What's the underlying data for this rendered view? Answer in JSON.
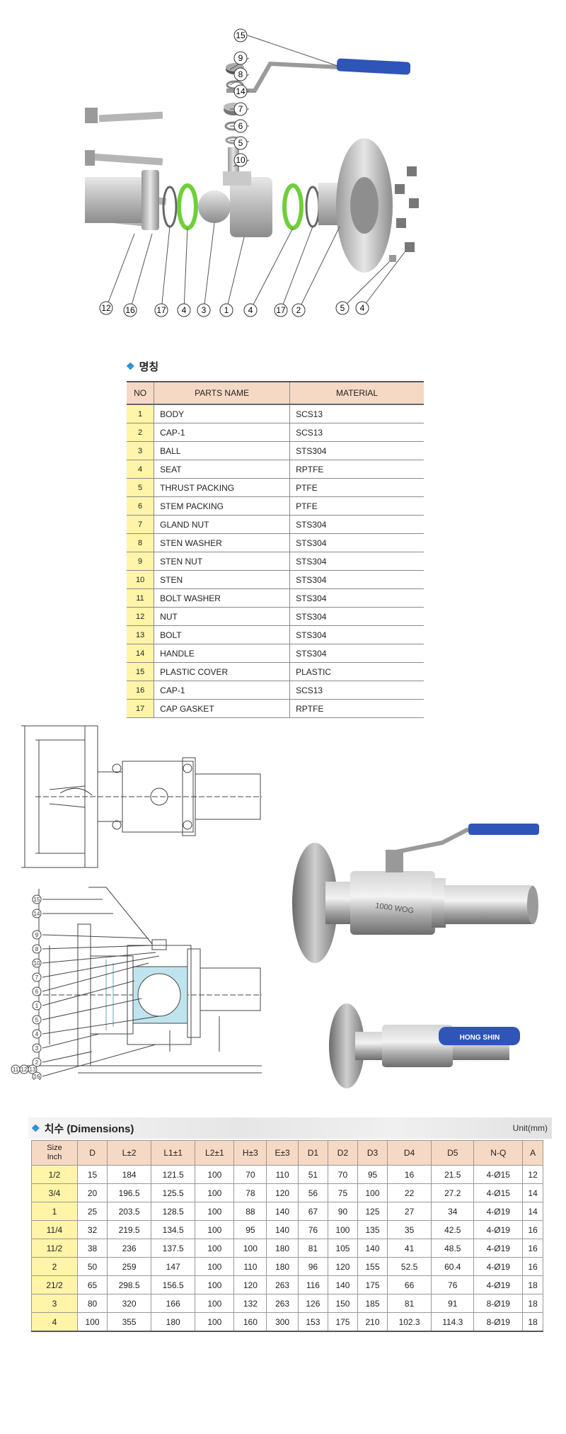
{
  "exploded": {
    "callouts": [
      "15",
      "9",
      "8",
      "14",
      "7",
      "6",
      "5",
      "10",
      "12",
      "16",
      "17",
      "4",
      "3",
      "1",
      "4",
      "17",
      "2",
      "5",
      "4"
    ]
  },
  "parts": {
    "heading": "명칭",
    "headers": [
      "NO",
      "PARTS NAME",
      "MATERIAL"
    ],
    "rows": [
      {
        "no": "1",
        "name": "BODY",
        "material": "SCS13"
      },
      {
        "no": "2",
        "name": "CAP-1",
        "material": "SCS13"
      },
      {
        "no": "3",
        "name": "BALL",
        "material": "STS304"
      },
      {
        "no": "4",
        "name": "SEAT",
        "material": "RPTFE"
      },
      {
        "no": "5",
        "name": "THRUST PACKING",
        "material": "PTFE"
      },
      {
        "no": "6",
        "name": "STEM PACKING",
        "material": "PTFE"
      },
      {
        "no": "7",
        "name": "GLAND NUT",
        "material": "STS304"
      },
      {
        "no": "8",
        "name": "STEN WASHER",
        "material": "STS304"
      },
      {
        "no": "9",
        "name": "STEN NUT",
        "material": "STS304"
      },
      {
        "no": "10",
        "name": "STEN",
        "material": "STS304"
      },
      {
        "no": "11",
        "name": "BOLT WASHER",
        "material": "STS304"
      },
      {
        "no": "12",
        "name": "NUT",
        "material": "STS304"
      },
      {
        "no": "13",
        "name": "BOLT",
        "material": "STS304"
      },
      {
        "no": "14",
        "name": "HANDLE",
        "material": "STS304"
      },
      {
        "no": "15",
        "name": "PLASTIC COVER",
        "material": "PLASTIC"
      },
      {
        "no": "16",
        "name": "CAP-1",
        "material": "SCS13"
      },
      {
        "no": "17",
        "name": "CAP GASKET",
        "material": "RPTFE"
      }
    ]
  },
  "drawing": {
    "callouts": [
      "15",
      "14",
      "9",
      "8",
      "10",
      "7",
      "6",
      "1",
      "5",
      "4",
      "3",
      "2",
      "11",
      "12",
      "13",
      "16"
    ]
  },
  "photo": {
    "brand": "HONG SHIN",
    "body_mark": "1000 WOG"
  },
  "dimensions": {
    "heading": "치수 (Dimensions)",
    "unit": "Unit(mm)",
    "size_header_top": "Size",
    "size_header_bottom": "Inch",
    "headers": [
      "D",
      "L±2",
      "L1±1",
      "L2±1",
      "H±3",
      "E±3",
      "D1",
      "D2",
      "D3",
      "D4",
      "D5",
      "N-Q",
      "A"
    ],
    "rows": [
      {
        "size": "1/2",
        "values": [
          "15",
          "184",
          "121.5",
          "100",
          "70",
          "110",
          "51",
          "70",
          "95",
          "16",
          "21.5",
          "4-Ø15",
          "12"
        ]
      },
      {
        "size": "3/4",
        "values": [
          "20",
          "196.5",
          "125.5",
          "100",
          "78",
          "120",
          "56",
          "75",
          "100",
          "22",
          "27.2",
          "4-Ø15",
          "14"
        ]
      },
      {
        "size": "1",
        "values": [
          "25",
          "203.5",
          "128.5",
          "100",
          "88",
          "140",
          "67",
          "90",
          "125",
          "27",
          "34",
          "4-Ø19",
          "14"
        ]
      },
      {
        "size": "11/4",
        "values": [
          "32",
          "219.5",
          "134.5",
          "100",
          "95",
          "140",
          "76",
          "100",
          "135",
          "35",
          "42.5",
          "4-Ø19",
          "16"
        ]
      },
      {
        "size": "11/2",
        "values": [
          "38",
          "236",
          "137.5",
          "100",
          "100",
          "180",
          "81",
          "105",
          "140",
          "41",
          "48.5",
          "4-Ø19",
          "16"
        ]
      },
      {
        "size": "2",
        "values": [
          "50",
          "259",
          "147",
          "100",
          "110",
          "180",
          "96",
          "120",
          "155",
          "52.5",
          "60.4",
          "4-Ø19",
          "16"
        ]
      },
      {
        "size": "21/2",
        "values": [
          "65",
          "298.5",
          "156.5",
          "100",
          "120",
          "263",
          "116",
          "140",
          "175",
          "66",
          "76",
          "4-Ø19",
          "18"
        ]
      },
      {
        "size": "3",
        "values": [
          "80",
          "320",
          "166",
          "100",
          "132",
          "263",
          "126",
          "150",
          "185",
          "81",
          "91",
          "8-Ø19",
          "18"
        ]
      },
      {
        "size": "4",
        "values": [
          "100",
          "355",
          "180",
          "100",
          "160",
          "300",
          "153",
          "175",
          "210",
          "102.3",
          "114.3",
          "8-Ø19",
          "18"
        ]
      }
    ]
  },
  "colors": {
    "handle": "#2f55b8",
    "seat_green": "#6fcf3a",
    "header_bg": "#f6d9c4",
    "no_bg": "#fff4a8",
    "accent": "#2c8fd6"
  }
}
